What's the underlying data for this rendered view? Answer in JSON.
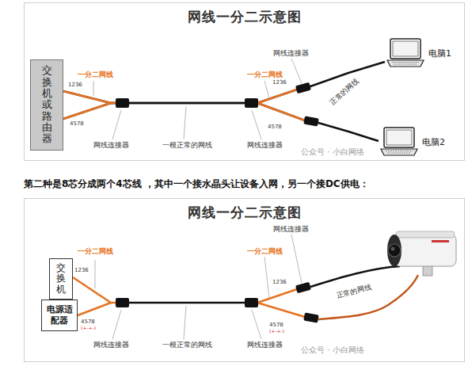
{
  "diagram": {
    "nodes": [
      {
        "text": [
          "网线一分二示意图"
        ]
      },
      {
        "text": [
          "交换机或路由器"
        ],
        "in": 0
      },
      {
        "text": [
          "电脑1"
        ],
        "in": 0
      },
      {
        "text": [
          "电脑2"
        ],
        "in": 0
      },
      {
        "text": [
          "网线一分二示意图"
        ]
      },
      {
        "text": [
          "交换机"
        ],
        "in": 4
      },
      {
        "text": [
          "电源适配器"
        ],
        "in": 4
      }
    ],
    "edges": [
      {
        "from": 1,
        "to": 2,
        "arrow": "none"
      },
      {
        "from": 1,
        "to": 3,
        "arrow": "none"
      }
    ],
    "labels": [
      "一分二网线",
      "1236",
      "4578",
      "网线连接器",
      "一根正常的网线",
      "网线连接器",
      "一分二网线",
      "1236",
      "4578",
      "网线连接器",
      "正常的网线",
      "公众号 · 小白网络",
      "第二种是8芯分成两个4芯线 ，其中一个接水晶头让设备入网，另一个接DC供电：",
      "一分二网线",
      "1236",
      "4578",
      "(+-+-)",
      "网线连接器",
      "一根正常的网线",
      "网线连接器",
      "一分二网线",
      "1236",
      "4578",
      "(+-+-)",
      "网线连接器",
      "正常的网线",
      "公众号 · 小白网络"
    ]
  }
}
